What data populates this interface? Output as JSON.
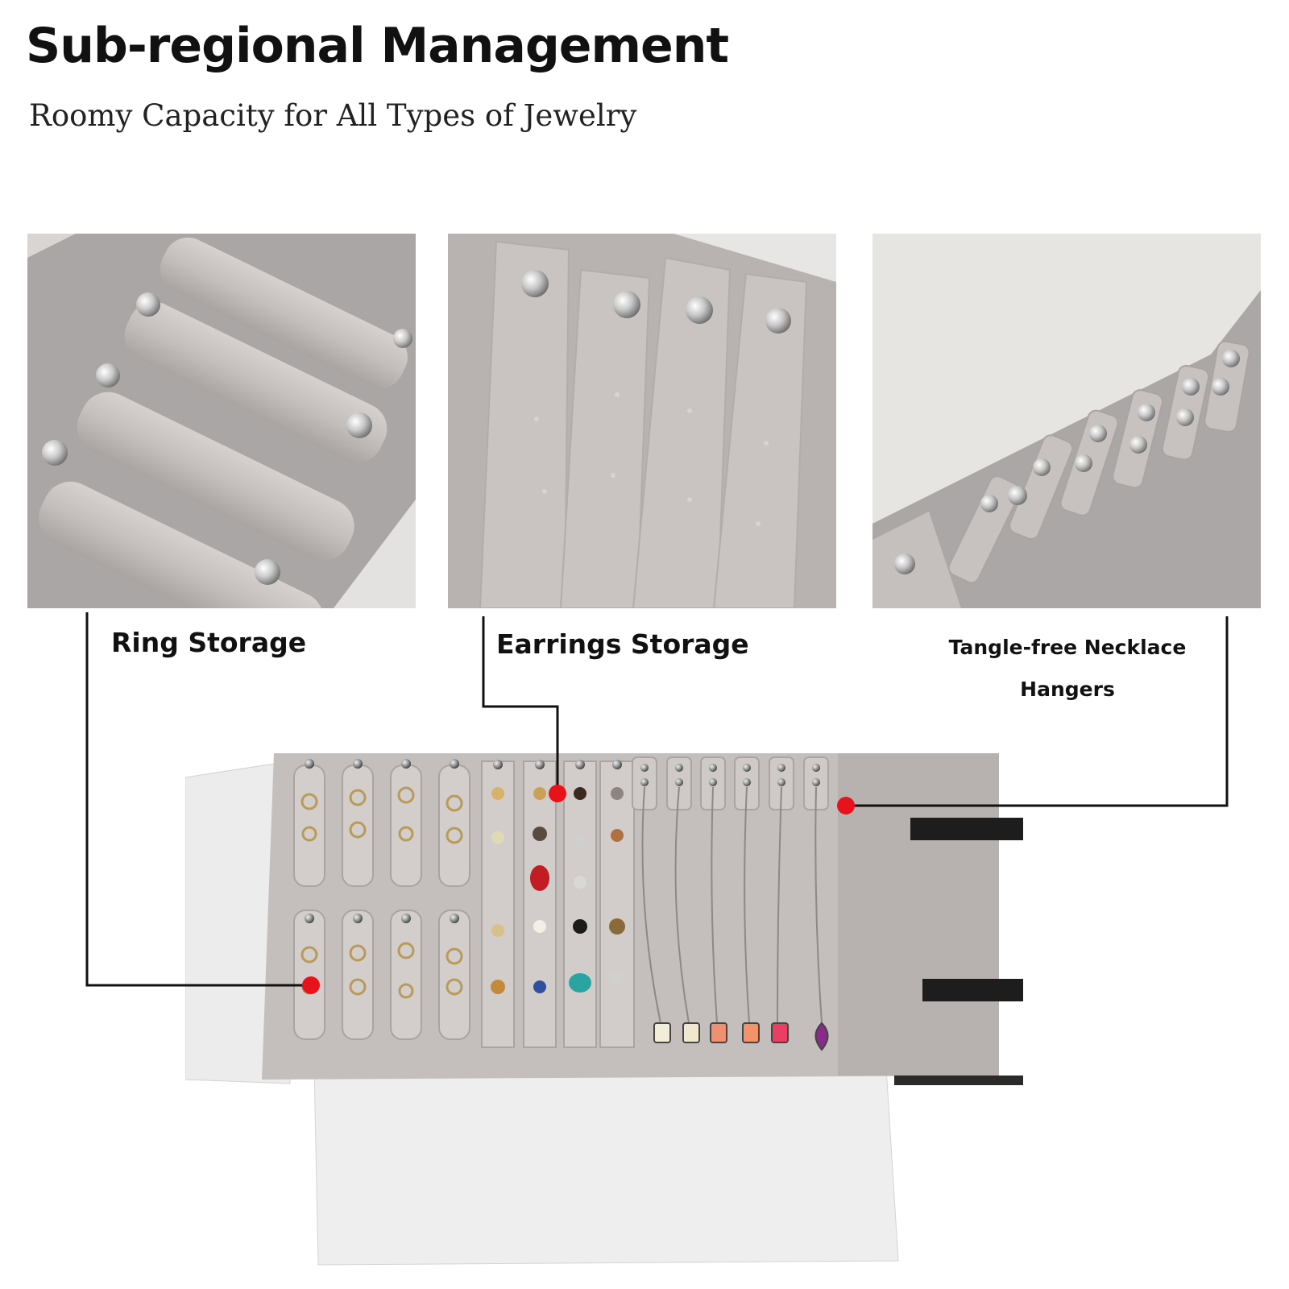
{
  "header": {
    "title": "Sub-regional Management",
    "subtitle": "Roomy Capacity for All Types of Jewelry"
  },
  "callouts": [
    {
      "id": "ring",
      "label": "Ring Storage"
    },
    {
      "id": "earring",
      "label": "Earrings Storage"
    },
    {
      "id": "necklace",
      "label": "Tangle-free Necklace Hangers"
    }
  ],
  "colors": {
    "velvet": "#c9c4c1",
    "velvet_dark": "#a9a4a2",
    "lining": "#ececec",
    "marker": "#e8121a",
    "line": "#111111"
  },
  "icons": [
    "snap-button-icon",
    "callout-marker-icon"
  ]
}
